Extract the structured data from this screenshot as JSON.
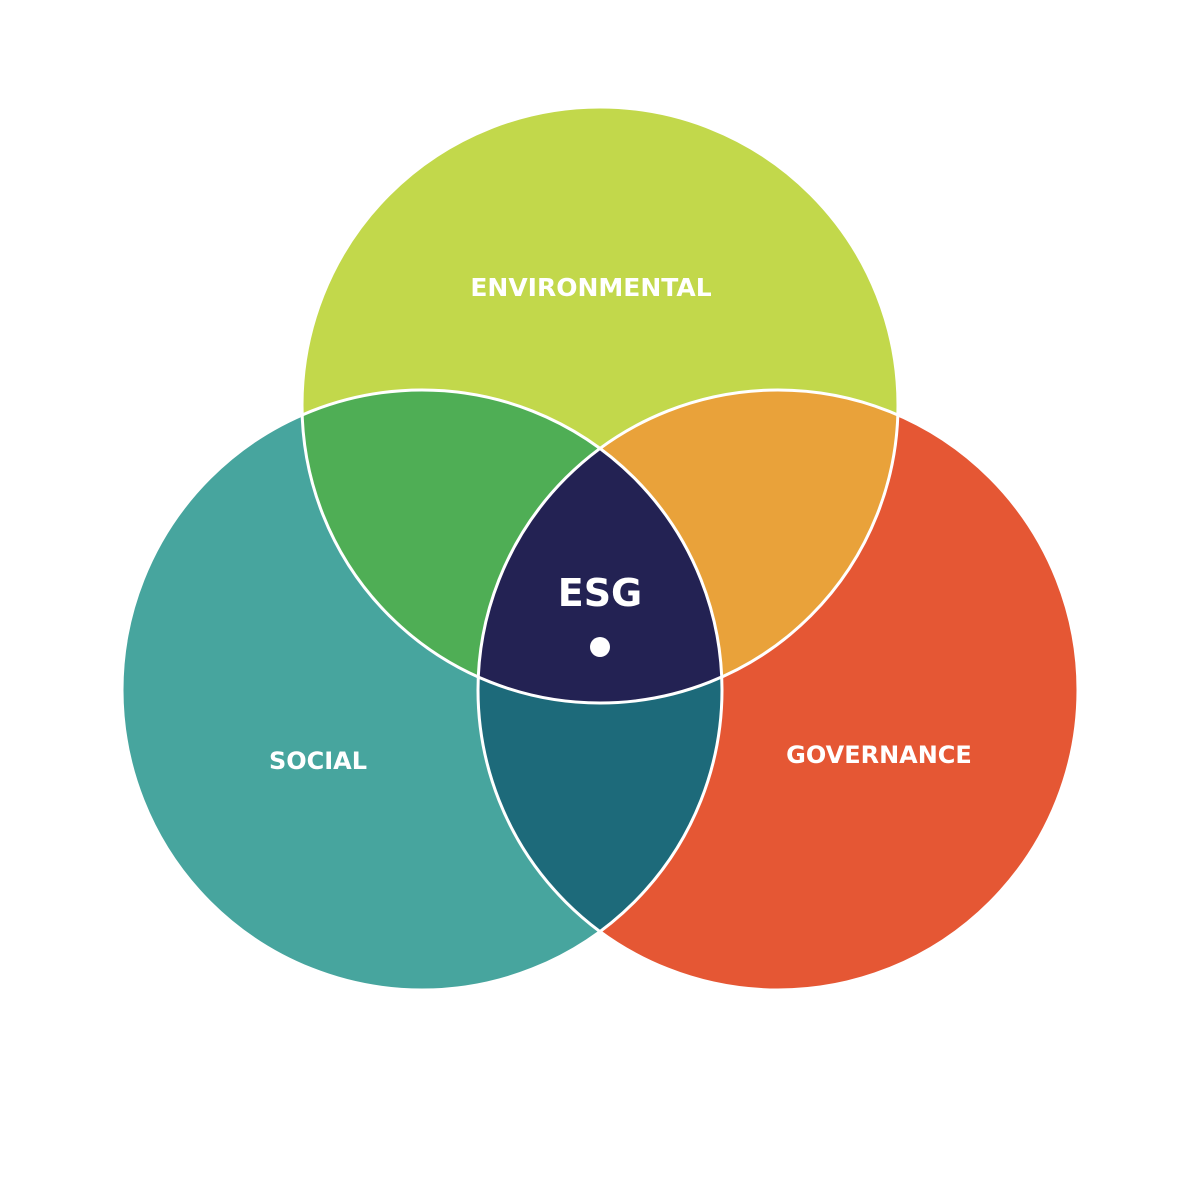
{
  "diagram": {
    "type": "venn-3",
    "sets": [
      {
        "id": "environmental",
        "label": "ENVIRONMENTAL",
        "color": "#C2D84B"
      },
      {
        "id": "social",
        "label": "SOCIAL",
        "color": "#47A59E"
      },
      {
        "id": "governance",
        "label": "GOVERNANCE",
        "color": "#E55734"
      }
    ],
    "intersections": {
      "environmental_social": "#4FAE55",
      "environmental_governance": "#E9A23A",
      "social_governance": "#1D6A7A",
      "all": {
        "label": "ESG",
        "color": "#232253"
      }
    }
  }
}
